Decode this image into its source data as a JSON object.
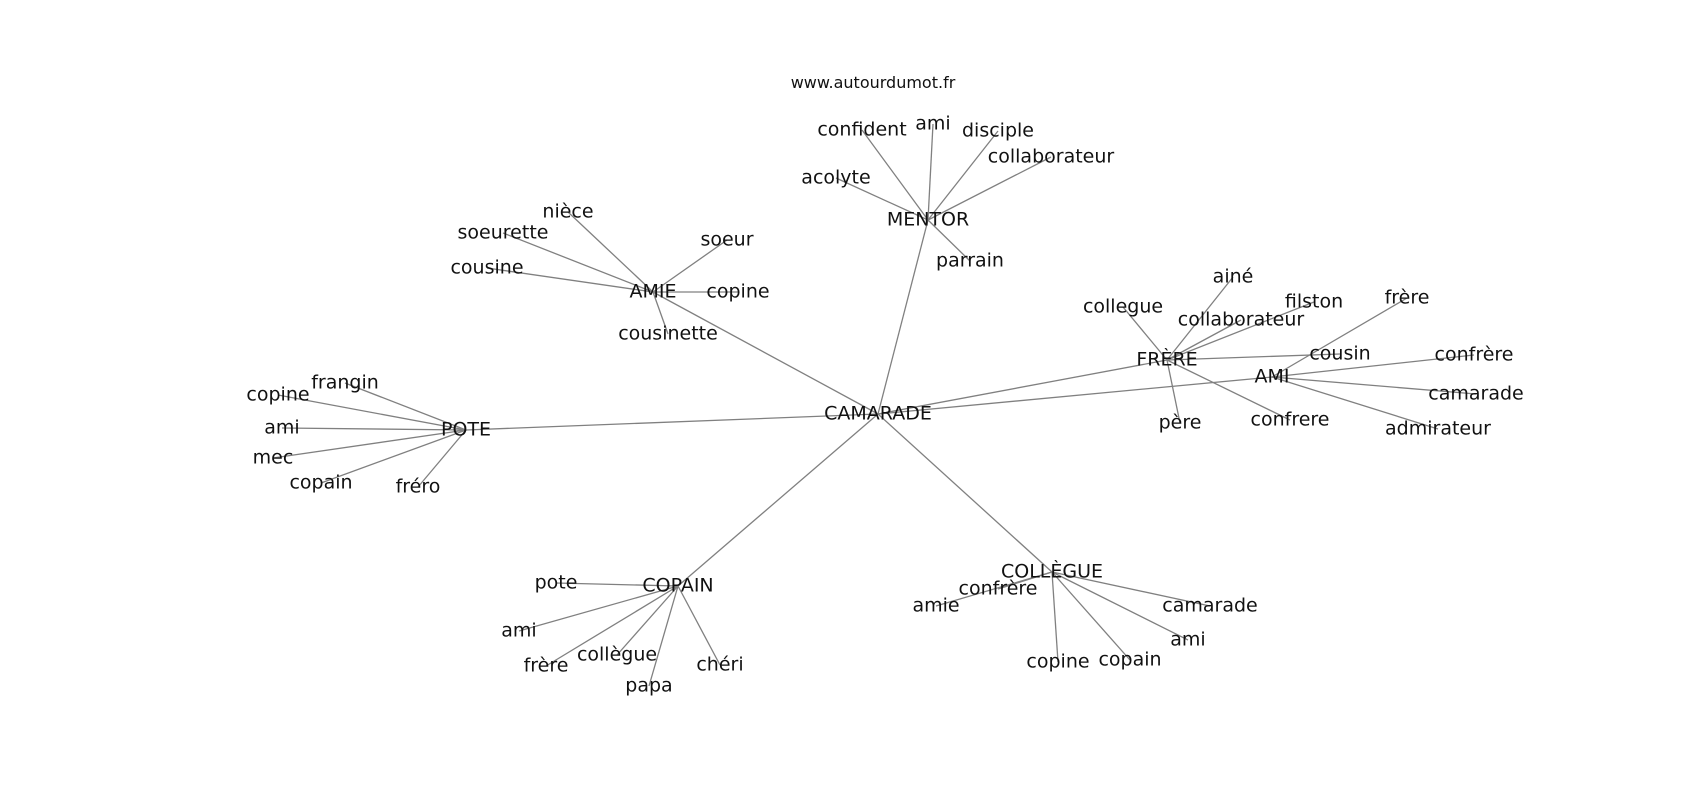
{
  "credit": "www.autourdumot.fr",
  "graph": {
    "root": "CAMARADE",
    "groups": [
      {
        "hub": "MENTOR",
        "words": [
          "confident",
          "ami",
          "disciple",
          "collaborateur",
          "acolyte",
          "parrain"
        ]
      },
      {
        "hub": "AMIE",
        "words": [
          "nièce",
          "soeurette",
          "cousine",
          "soeur",
          "copine",
          "cousinette"
        ]
      },
      {
        "hub": "POTE",
        "words": [
          "frangin",
          "copine",
          "ami",
          "mec",
          "copain",
          "fréro"
        ]
      },
      {
        "hub": "FRÈRE",
        "words": [
          "collegue",
          "ainé",
          "collaborateur",
          "filston",
          "cousin",
          "père",
          "confrere"
        ]
      },
      {
        "hub": "AMI",
        "words": [
          "frère",
          "confrère",
          "camarade",
          "admirateur"
        ]
      },
      {
        "hub": "COPAIN",
        "words": [
          "pote",
          "ami",
          "frère",
          "collègue",
          "papa",
          "chéri"
        ]
      },
      {
        "hub": "COLLÈGUE",
        "words": [
          "confrère",
          "amie",
          "camarade",
          "ami",
          "copine",
          "copain"
        ]
      }
    ]
  }
}
